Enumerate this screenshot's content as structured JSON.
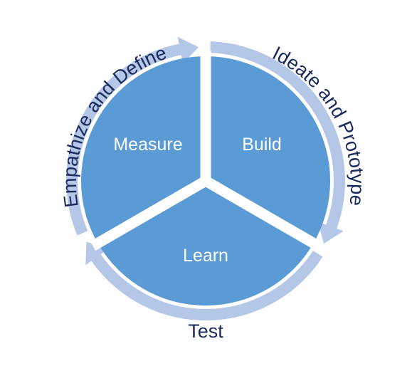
{
  "segments": [
    {
      "label": "Measure"
    },
    {
      "label": "Build"
    },
    {
      "label": "Learn"
    }
  ],
  "arc_labels": [
    {
      "text": "Empathize and Define"
    },
    {
      "text": "Ideate and Prototype"
    },
    {
      "text": "Test"
    }
  ],
  "colors": {
    "segment_fill": "#5b9bd5",
    "arrow_fill": "#b4c7e7",
    "outer_text": "#1a2a5c",
    "inner_text": "#ffffff",
    "background": "#ffffff"
  }
}
